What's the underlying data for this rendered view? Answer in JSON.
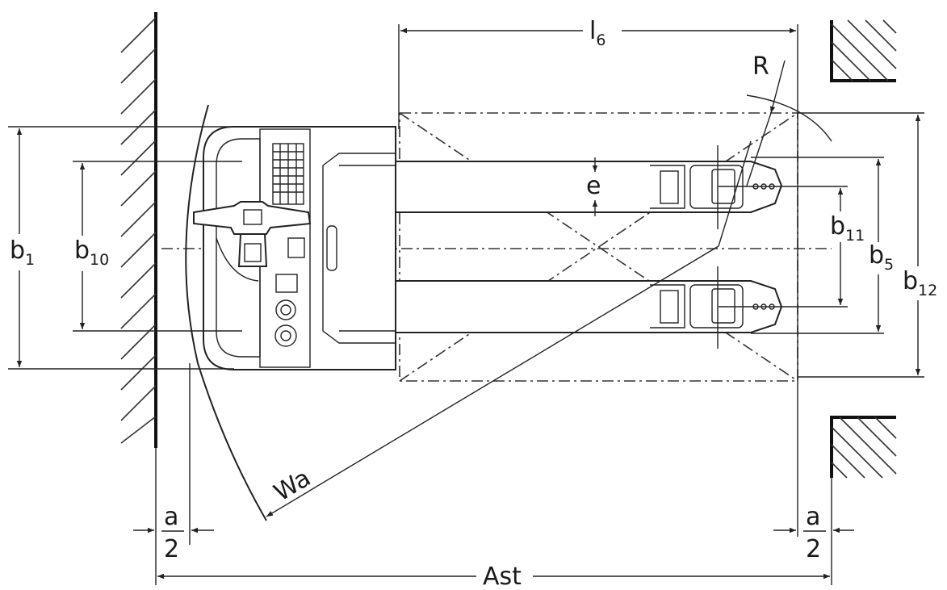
{
  "labels": {
    "l6": {
      "main": "l",
      "sub": "6"
    },
    "R": "R",
    "e": "e",
    "b1": {
      "main": "b",
      "sub": "1"
    },
    "b10": {
      "main": "b",
      "sub": "10"
    },
    "b11": {
      "main": "b",
      "sub": "11"
    },
    "b5": {
      "main": "b",
      "sub": "5"
    },
    "b12": {
      "main": "b",
      "sub": "12"
    },
    "Wa": "Wa",
    "a_left": {
      "top": "a",
      "bottom": "2"
    },
    "a_right": {
      "top": "a",
      "bottom": "2"
    },
    "Ast": "Ast"
  }
}
